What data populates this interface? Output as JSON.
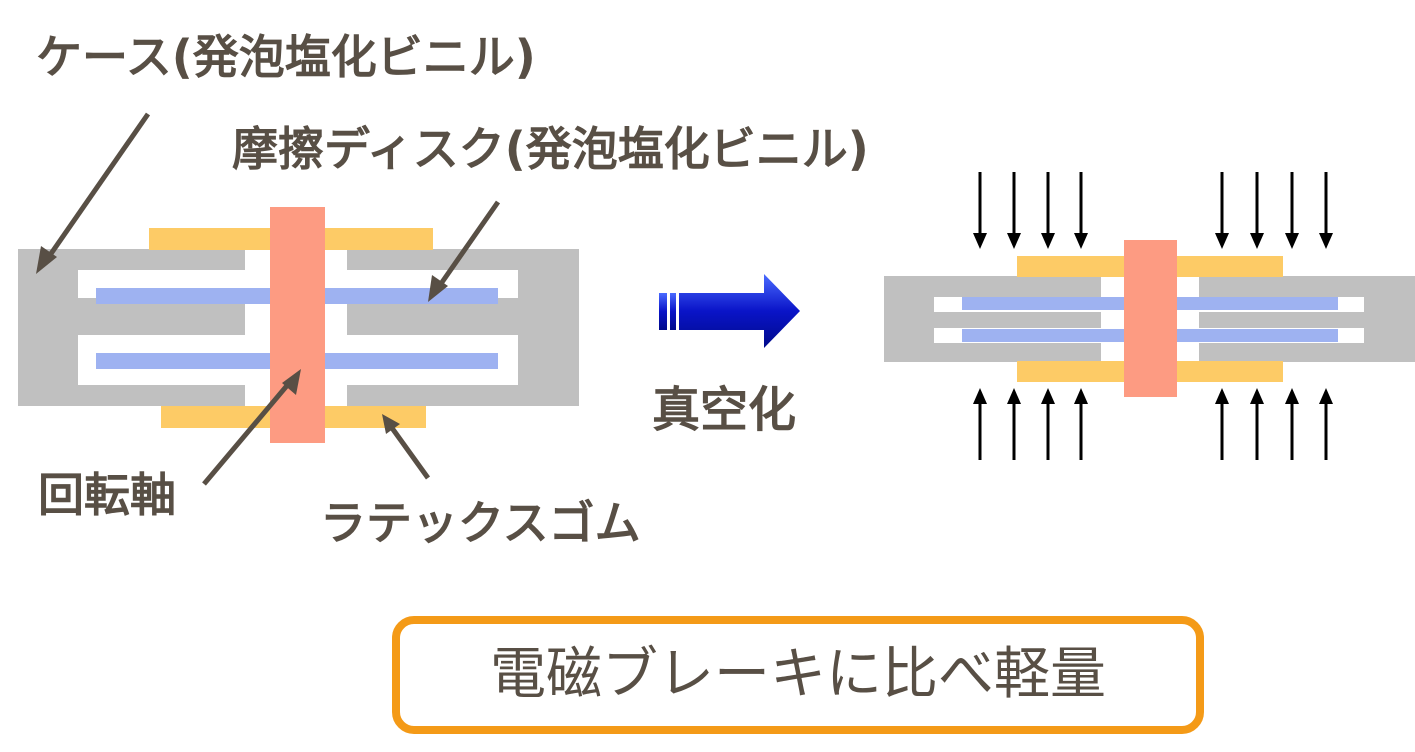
{
  "labels": {
    "case": "ケース(発泡塩化ビニル)",
    "friction_disk": "摩擦ディスク(発泡塩化ビニル)",
    "rotating_shaft": "回転軸",
    "latex_rubber": "ラテックスゴム",
    "vacuum": "真空化"
  },
  "note": {
    "text": "電磁ブレーキに比べ軽量"
  },
  "colors": {
    "case_gray": "#c0c0c0",
    "disk_blue": "#9eb2f1",
    "shaft_salmon": "#fd9b82",
    "rubber_yellow": "#fdcb66",
    "text_brown": "#584f45",
    "arrow_blue": "#0a14c8",
    "box_orange": "#f49a17"
  }
}
